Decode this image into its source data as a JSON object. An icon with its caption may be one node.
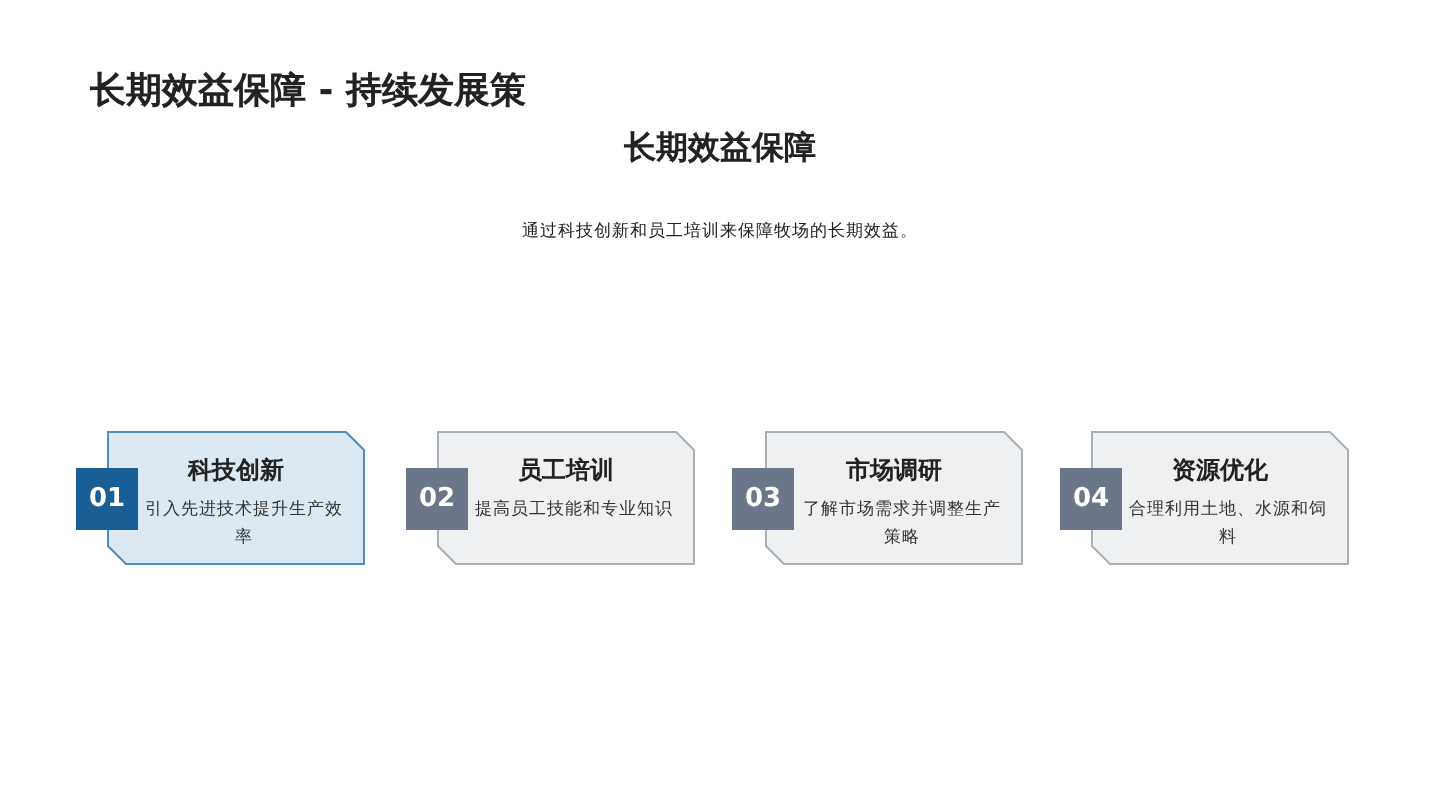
{
  "diagram": {
    "title": "长期效益保障 - 持续发展策",
    "nodes": [
      {
        "text": [
          "01"
        ]
      },
      {
        "text": [
          "科技创新",
          "引入先进技术提升生产效率"
        ]
      },
      {
        "text": [
          "02"
        ]
      },
      {
        "text": [
          "员工培训",
          "提高员工技能和专业知识"
        ]
      },
      {
        "text": [
          "03"
        ]
      },
      {
        "text": [
          "市场调研",
          "了解市场需求并调整生产策略"
        ]
      },
      {
        "text": [
          "04"
        ]
      },
      {
        "text": [
          "资源优化",
          "合理利用土地、水源和饲料"
        ]
      }
    ],
    "labels": [
      "长期效益保障",
      "通过科技创新和员工培训来保障牧场的长期效益。"
    ]
  }
}
